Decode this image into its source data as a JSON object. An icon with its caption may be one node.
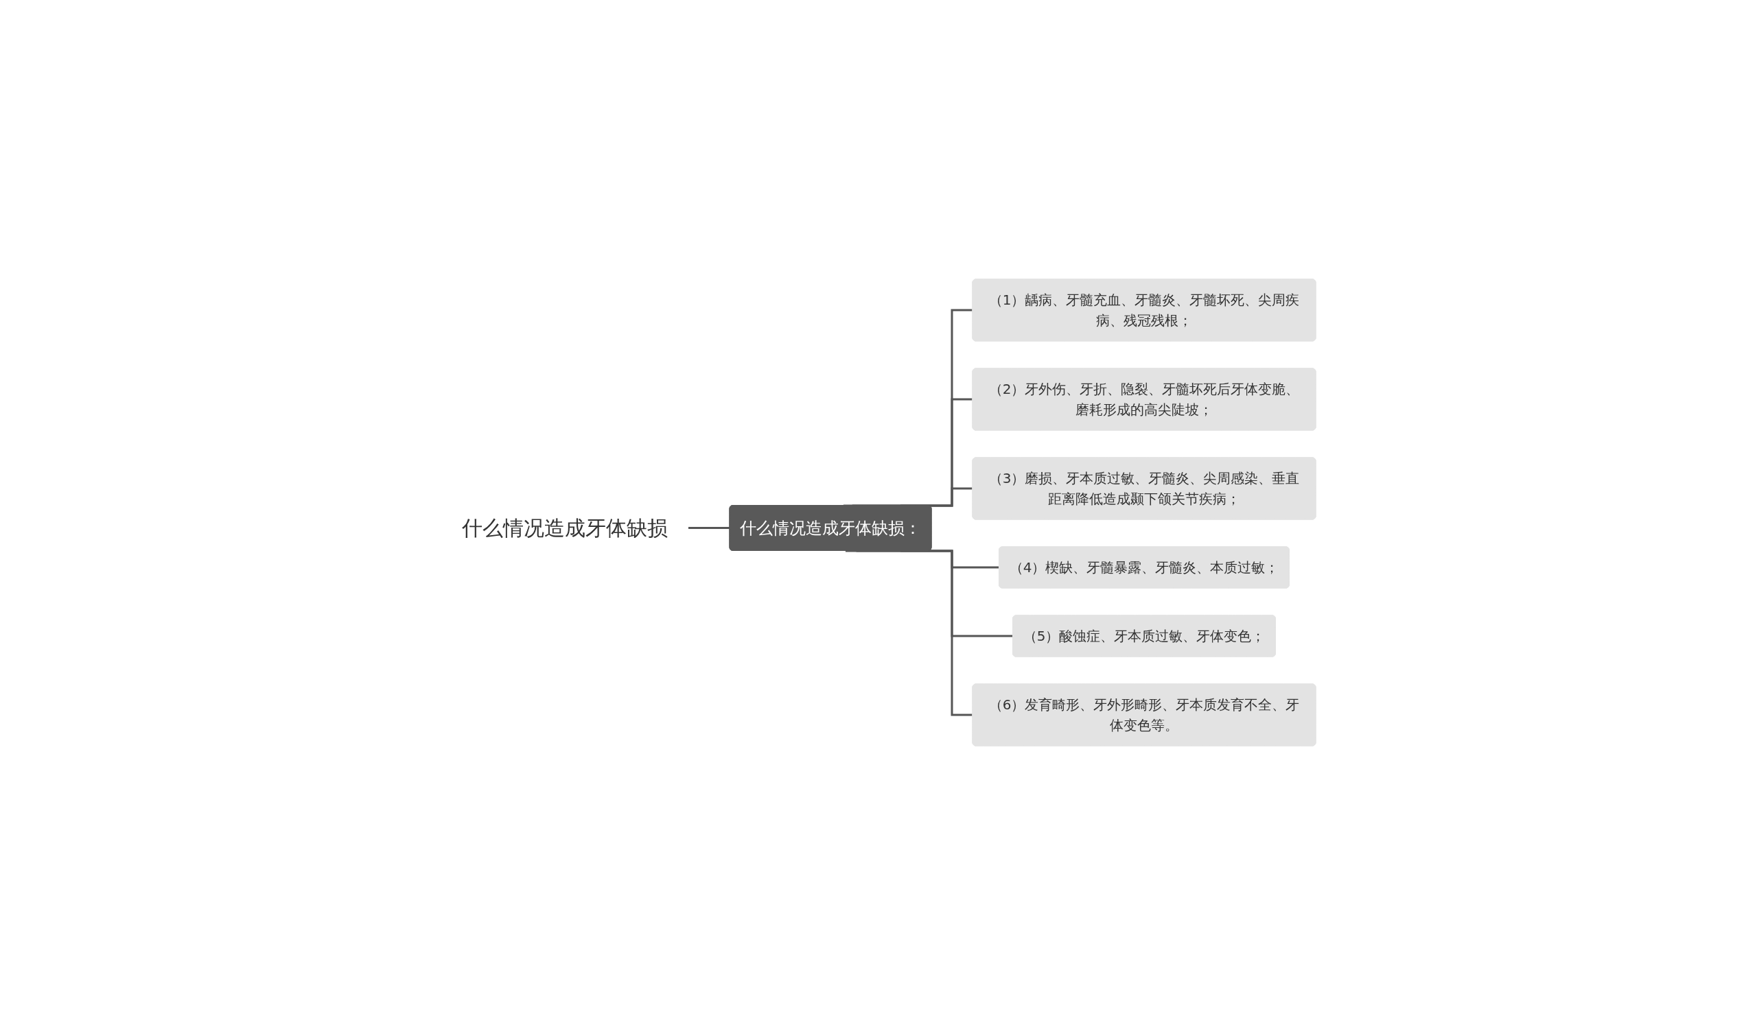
{
  "diagram": {
    "nodes": [
      {
        "text": [
          "什么情况造成牙体缺损"
        ]
      },
      {
        "text": [
          "什么情况造成牙体缺损："
        ]
      },
      {
        "text": [
          "（1）龋病、牙髓充血、牙髓炎、牙髓坏死、尖周疾病、残冠残根；"
        ]
      },
      {
        "text": [
          "（2）牙外伤、牙折、隐裂、牙髓坏死后牙体变脆、磨耗形成的高尖陡坡；"
        ]
      },
      {
        "text": [
          "（3）磨损、牙本质过敏、牙髓炎、尖周感染、垂直距离降低造成颞下颌关节疾病；"
        ]
      },
      {
        "text": [
          "（4）楔缺、牙髓暴露、牙髓炎、本质过敏；"
        ]
      },
      {
        "text": [
          "（5）酸蚀症、牙本质过敏、牙体变色；"
        ]
      },
      {
        "text": [
          "（6）发育畸形、牙外形畸形、牙本质发育不全、牙体变色等。"
        ]
      }
    ],
    "edges": [
      {
        "from": 0,
        "to": 1,
        "arrow": "none"
      },
      {
        "from": 1,
        "to": 2,
        "arrow": "none"
      },
      {
        "from": 1,
        "to": 3,
        "arrow": "none"
      },
      {
        "from": 1,
        "to": 4,
        "arrow": "none"
      },
      {
        "from": 1,
        "to": 5,
        "arrow": "none"
      },
      {
        "from": 1,
        "to": 6,
        "arrow": "none"
      },
      {
        "from": 1,
        "to": 7,
        "arrow": "none"
      }
    ]
  }
}
